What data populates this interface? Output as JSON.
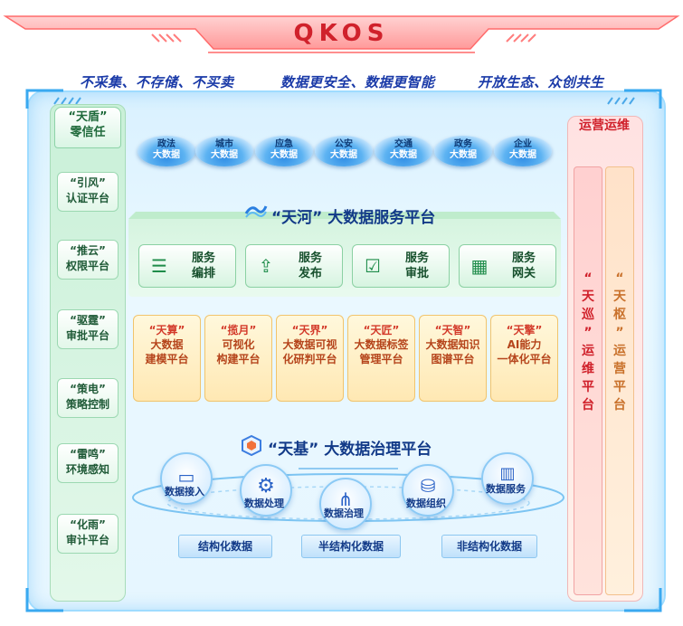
{
  "banner": {
    "title": "QKOS"
  },
  "slogans": [
    "不采集、不存储、不买卖",
    "数据更安全、数据更智能",
    "开放生态、众创共生"
  ],
  "left_column": {
    "title_line1": "“天盾”",
    "title_line2": "零信任",
    "items": [
      {
        "line1": "“引风”",
        "line2": "认证平台"
      },
      {
        "line1": "“推云”",
        "line2": "权限平台"
      },
      {
        "line1": "“驱霆”",
        "line2": "审批平台"
      },
      {
        "line1": "“策电”",
        "line2": "策略控制"
      },
      {
        "line1": "“雷鸣”",
        "line2": "环境感知"
      },
      {
        "line1": "“化雨”",
        "line2": "审计平台"
      }
    ]
  },
  "right_column": {
    "title": "运营运维",
    "bar1": [
      "“",
      "天",
      "巡",
      "”",
      "运",
      "维",
      "平",
      "台"
    ],
    "bar2": [
      "“",
      "天",
      "枢",
      "”",
      "运",
      "营",
      "平",
      "台"
    ]
  },
  "bigdata_pills": [
    {
      "top": "政法",
      "bottom": "大数据"
    },
    {
      "top": "城市",
      "bottom": "大数据"
    },
    {
      "top": "应急",
      "bottom": "大数据"
    },
    {
      "top": "公安",
      "bottom": "大数据"
    },
    {
      "top": "交通",
      "bottom": "大数据"
    },
    {
      "top": "政务",
      "bottom": "大数据"
    },
    {
      "top": "企业",
      "bottom": "大数据"
    }
  ],
  "service_platform": {
    "title": "“天河” 大数据服务平台",
    "services": [
      {
        "icon": "list-icon",
        "line1": "服务",
        "line2": "编排"
      },
      {
        "icon": "upload-icon",
        "line1": "服务",
        "line2": "发布"
      },
      {
        "icon": "approve-icon",
        "line1": "服务",
        "line2": "审批"
      },
      {
        "icon": "gateway-icon",
        "line1": "服务",
        "line2": "网关"
      }
    ]
  },
  "platforms": [
    {
      "name": "“天算”",
      "l2": "大数据",
      "l3": "建模平台"
    },
    {
      "name": "“揽月”",
      "l2": "可视化",
      "l3": "构建平台"
    },
    {
      "name": "“天界”",
      "l2": "大数据可视",
      "l3": "化研判平台"
    },
    {
      "name": "“天匠”",
      "l2": "大数据标签",
      "l3": "管理平台"
    },
    {
      "name": "“天智”",
      "l2": "大数据知识",
      "l3": "图谱平台"
    },
    {
      "name": "“天擎”",
      "l2": "AI能力",
      "l3": "一体化平台"
    }
  ],
  "governance_platform": {
    "title": "“天基” 大数据治理平台",
    "nodes": [
      {
        "icon": "laptop-icon",
        "label": "数据接入"
      },
      {
        "icon": "gears-icon",
        "label": "数据处理"
      },
      {
        "icon": "network-icon",
        "label": "数据治理"
      },
      {
        "icon": "server-icon",
        "label": "数据组织"
      },
      {
        "icon": "bar-chart-icon",
        "label": "数据服务"
      }
    ]
  },
  "data_types": [
    "结构化数据",
    "半结构化数据",
    "非结构化数据"
  ],
  "colors": {
    "accent_blue": "#1a3aa8",
    "green": "#1f8a4c",
    "red": "#d0212b",
    "orange": "#c9712b"
  }
}
